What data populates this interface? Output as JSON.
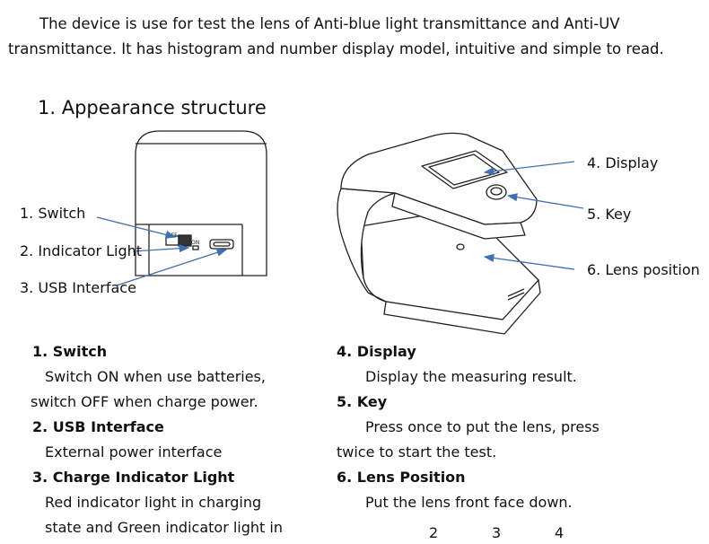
{
  "intro": {
    "line1": "The device is use for test the lens of Anti-blue light transmittance and Anti-UV",
    "line2": "transmittance. It has histogram and number display model, intuitive and simple to read."
  },
  "section_title": "1. Appearance structure",
  "left_figure": {
    "callouts": [
      "1. Switch",
      "2. Indicator Light",
      "3. USB Interface"
    ],
    "switch_off_text": "OFF",
    "switch_on_text": "ON"
  },
  "right_figure": {
    "callouts": [
      "4. Display",
      "5. Key",
      "6. Lens position"
    ]
  },
  "descriptions": {
    "left": [
      {
        "title": "1. Switch",
        "lines": [
          "Switch ON when use batteries,",
          "switch OFF when charge power."
        ]
      },
      {
        "title": "2. USB Interface",
        "lines": [
          "External power interface"
        ]
      },
      {
        "title": "3. Charge Indicator Light",
        "lines": [
          "Red indicator light in charging",
          "state and Green indicator light in"
        ]
      }
    ],
    "right": [
      {
        "title": "4. Display",
        "lines": [
          "Display the measuring result."
        ]
      },
      {
        "title": "5. Key",
        "lines": [
          "Press once to put the lens, press",
          "twice to start the test."
        ]
      },
      {
        "title": "6. Lens Position",
        "lines": [
          "Put the lens front face down."
        ]
      }
    ]
  },
  "bottom_numbers": [
    "2",
    "3",
    "4"
  ]
}
